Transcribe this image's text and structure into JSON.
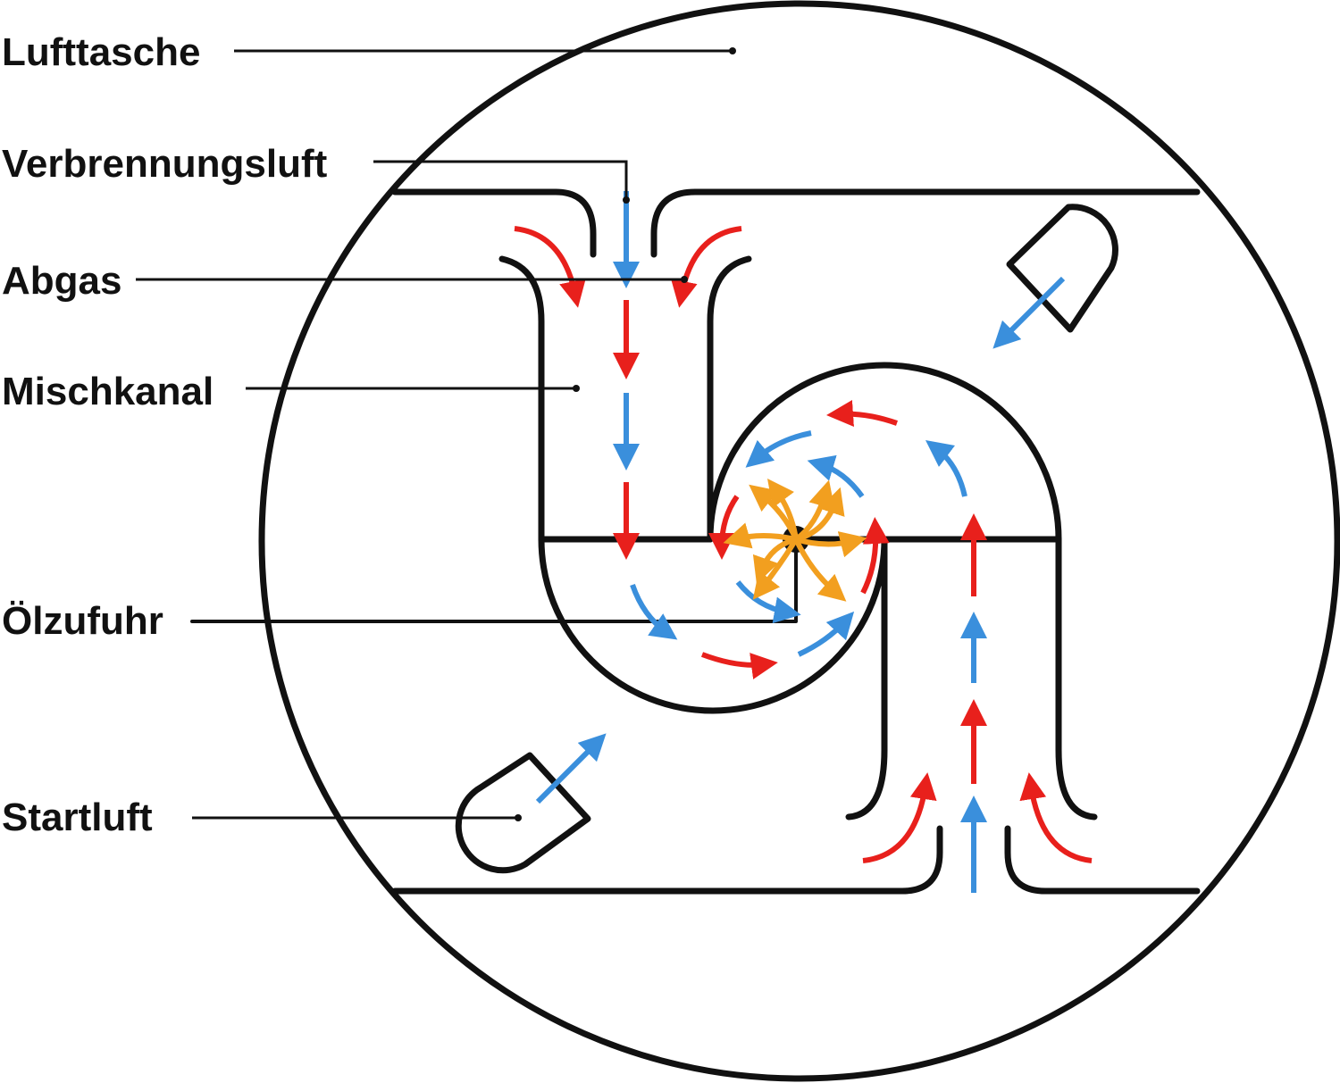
{
  "labels": {
    "lufttasche": "Lufttasche",
    "verbrennungsluft": "Verbrennungsluft",
    "abgas": "Abgas",
    "mischkanal": "Mischkanal",
    "oelzufuhr": "Ölzufuhr",
    "startluft": "Startluft"
  },
  "colors": {
    "outline": "#111111",
    "air": "#3a8fdc",
    "exhaust": "#e8201c",
    "fuel": "#f29f1f"
  }
}
